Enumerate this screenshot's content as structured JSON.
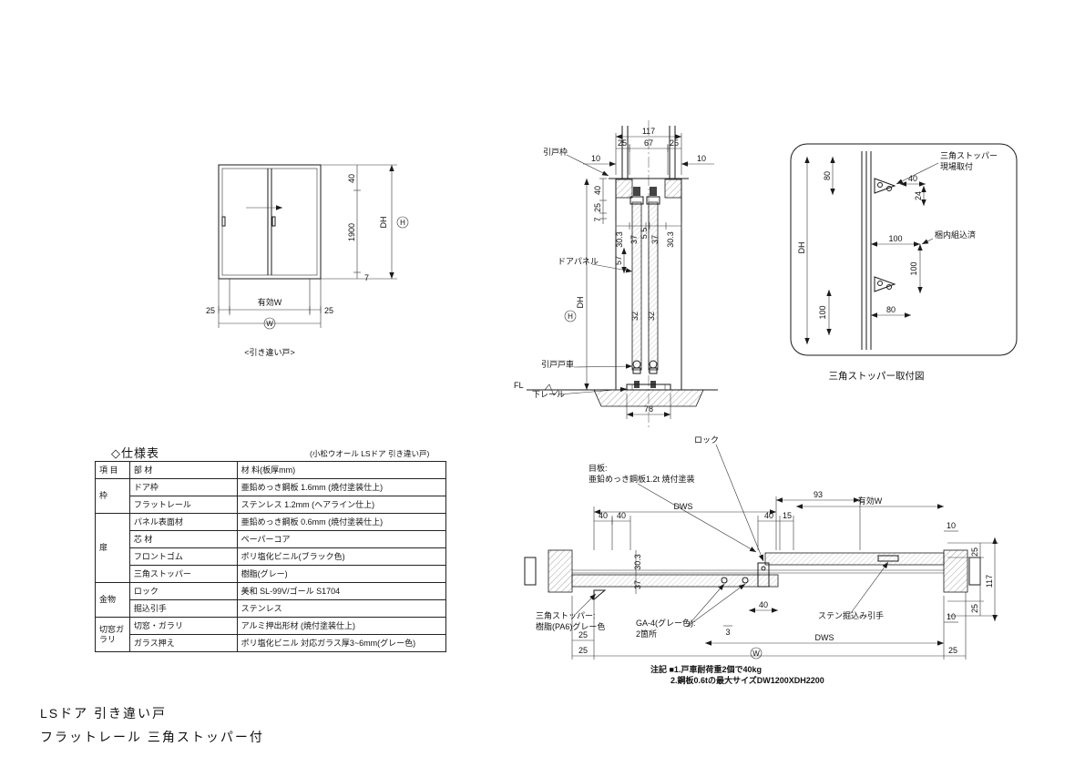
{
  "footer": {
    "line1": "LSドア 引き違い戸",
    "line2": "フラットレール 三角ストッパー付"
  },
  "spec_table": {
    "title": "◇仕様表",
    "subtitle": "(小松ウオール LSドア 引き違い戸)",
    "headers": {
      "item": "項 目",
      "part": "部 材",
      "material": "材 料(板厚mm)"
    },
    "rows": [
      {
        "item": "枠",
        "part": "ドア枠",
        "material": "亜鉛めっき鋼板 1.6mm (焼付塗装仕上)"
      },
      {
        "item": "",
        "part": "フラットレール",
        "material": "ステンレス 1.2mm (ヘアライン仕上)"
      },
      {
        "item": "扉",
        "part": "パネル表面材",
        "material": "亜鉛めっき鋼板 0.6mm (焼付塗装仕上)"
      },
      {
        "item": "",
        "part": "芯 材",
        "material": "ペーパーコア"
      },
      {
        "item": "",
        "part": "フロントゴム",
        "material": "ポリ塩化ビニル(ブラック色)"
      },
      {
        "item": "",
        "part": "三角ストッパー",
        "material": "樹脂(グレー)"
      },
      {
        "item": "金物",
        "part": "ロック",
        "material": "美和 SL-99V/ゴール S1704"
      },
      {
        "item": "",
        "part": "掘込引手",
        "material": "ステンレス"
      },
      {
        "item": "切窓ガラリ",
        "part": "切窓・ガラリ",
        "material": "アルミ押出形材 (焼付塗装仕上)"
      },
      {
        "item": "",
        "part": "ガラス押え",
        "material": "ポリ塩化ビニル 対応ガラス厚3~6mm(グレー色)"
      }
    ]
  },
  "elevation": {
    "caption": "<引き違い戸>",
    "dim_40": "40",
    "dim_1900": "1900",
    "dim_7": "7",
    "dim_dh": "DH",
    "sym_h": "H",
    "dim_25_left": "25",
    "dim_25_right": "25",
    "label_eff_w": "有効W",
    "sym_w": "W"
  },
  "vertical_section": {
    "dim_117": "117",
    "dim_25_left": "25",
    "dim_67": "67",
    "dim_25_right": "25",
    "dim_10_left": "10",
    "dim_10_right": "10",
    "label_frame": "引戸枠",
    "dim_40": "40",
    "dim_25": "25",
    "dim_7": "7",
    "dim_303_a": "30.3",
    "dim_37_a": "37",
    "dim_55": "5.5",
    "dim_37_b": "37",
    "dim_303_b": "30.3",
    "dim_57": "57",
    "label_panel": "ドアパネル",
    "dim_dh": "DH",
    "sym_h": "H",
    "dim_32_a": "32",
    "dim_32_b": "32",
    "label_roller": "引戸戸車",
    "label_rail": "下レール",
    "label_fl": "FL",
    "dim_78": "78"
  },
  "stopper_detail": {
    "caption": "三角ストッパー取付図",
    "label_stopper": "三角ストッパー",
    "label_site": "現場取付",
    "label_packed": "梱内組込済",
    "dim_dh": "DH",
    "dim_80_top": "80",
    "dim_40": "40",
    "dim_24": "24",
    "dim_100_mid": "100",
    "dim_100_right": "100",
    "dim_100_left": "100",
    "dim_80_bottom": "80"
  },
  "horizontal_section": {
    "label_lock": "ロック",
    "label_cover_1": "目板:",
    "label_cover_2": "亜鉛めっき鋼板1.2t 焼付塗装",
    "dim_40_a": "40",
    "dim_40_b": "40",
    "dim_dws_top": "DWS",
    "dim_93": "93",
    "dim_40_c": "40",
    "dim_15": "15",
    "label_eff_dw": "有効W",
    "dim_10_top": "10",
    "dim_25_top": "25",
    "dim_117": "117",
    "dim_25_bottom": "25",
    "dim_10_bottom": "10",
    "dim_303": "30.3",
    "dim_37": "37",
    "label_stopper_1": "三角ストッパー:",
    "label_stopper_2": "樹脂(PA6)グレー色",
    "label_ga4_1": "GA-4(グレー色):",
    "label_ga4_2": "2箇所",
    "dim_3": "3",
    "dim_40_d": "40",
    "label_handle": "ステン掘込み引手",
    "dim_25_a": "25",
    "dim_dws_bottom": "DWS",
    "dim_25_b": "25",
    "sym_w": "W",
    "dim_25_c": "25",
    "note_1": "注記 ■1.戸車耐荷重2個で40kg",
    "note_2": "2.鋼板0.6tの最大サイズDW1200XDH2200"
  }
}
